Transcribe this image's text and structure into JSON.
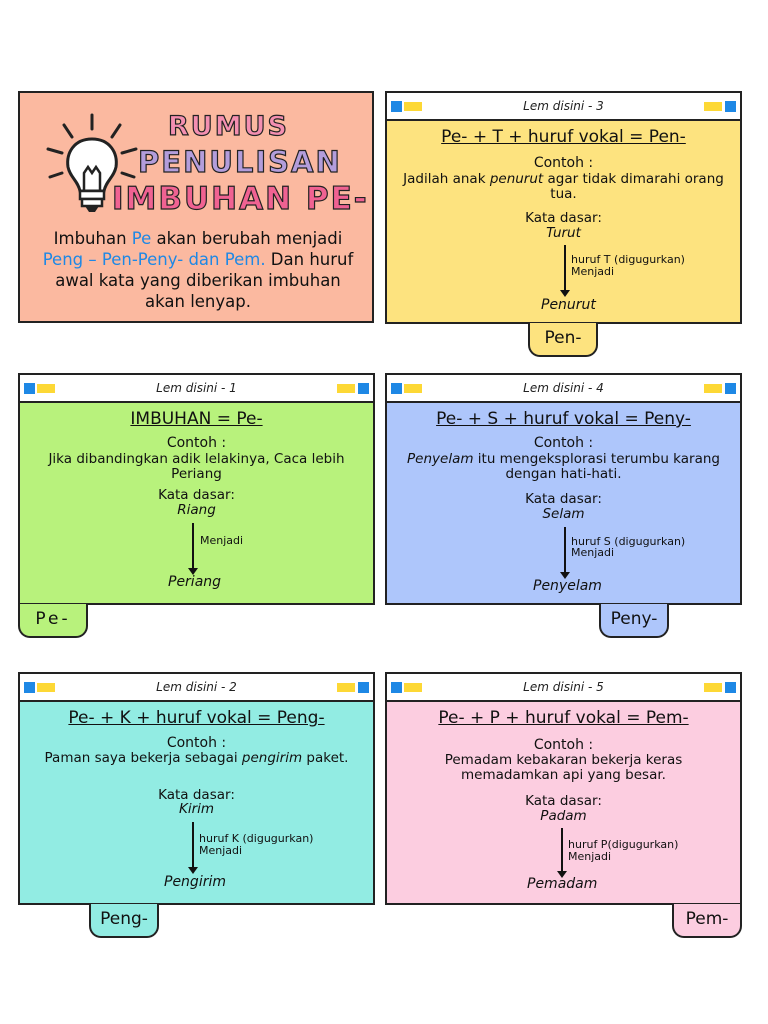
{
  "title": {
    "line1": "RUMUS",
    "line2": "PENULISAN",
    "line3": "IMBUHAN PE-",
    "intro_a": "Imbuhan ",
    "intro_pe": "Pe",
    "intro_b": " akan berubah menjadi ",
    "intro_forms": "Peng – Pen-Peny- dan Pem.",
    "intro_c": " Dan huruf awal kata yang diberikan imbuhan akan lenyap."
  },
  "colors": {
    "title_bg": "#fbb9a0",
    "card_pen": "#fde37f",
    "card_pe": "#b8f27c",
    "card_peny": "#aec6fb",
    "card_peng": "#92ece3",
    "card_pem": "#fccde0"
  },
  "cards": {
    "pen": {
      "lem": "Lem disini -  3",
      "rule": "Pe- + T + huruf vokal = Pen-",
      "contoh_label": "Contoh :",
      "contoh_italic": "penurut",
      "contoh_pre": "Jadilah anak ",
      "contoh_post": " agar tidak dimarahi orang tua.",
      "kd_label": "Kata dasar:",
      "kd_word": "Turut",
      "note1": "huruf T (digugurkan)",
      "note2": "Menjadi",
      "result": "Penurut",
      "tab": "Pen-"
    },
    "pe": {
      "lem": "Lem disini -  1",
      "rule": "IMBUHAN = Pe-",
      "contoh_label": "Contoh :",
      "contoh_text": "Jika dibandingkan adik lelakinya, Caca lebih Periang",
      "kd_label": "Kata dasar:",
      "kd_word": "Riang",
      "note2": "Menjadi",
      "result": "Periang",
      "tab": "Pe-"
    },
    "peny": {
      "lem": "Lem disini -  4",
      "rule": "Pe- + S + huruf vokal = Peny-",
      "contoh_label": "Contoh :",
      "contoh_italic": "Penyelam",
      "contoh_post": " itu mengeksplorasi terumbu karang dengan hati-hati.",
      "kd_label": "Kata dasar:",
      "kd_word": "Selam",
      "note1": "huruf S (digugurkan)",
      "note2": "Menjadi",
      "result": "Penyelam",
      "tab": "Peny-"
    },
    "peng": {
      "lem": "Lem disini -  2",
      "rule": "Pe- + K + huruf vokal = Peng-",
      "contoh_label": "Contoh :",
      "contoh_pre": "Paman saya bekerja sebagai ",
      "contoh_italic": "pengirim",
      "contoh_post": " paket.",
      "kd_label": "Kata dasar:",
      "kd_word": "Kirim",
      "note1": "huruf K (digugurkan)",
      "note2": "Menjadi",
      "result": "Pengirim",
      "tab": "Peng-"
    },
    "pem": {
      "lem": "Lem disini -  5",
      "rule": "Pe- + P + huruf vokal = Pem-",
      "contoh_label": "Contoh :",
      "contoh_text": "Pemadam kebakaran bekerja keras memadamkan api yang besar.",
      "kd_label": "Kata dasar:",
      "kd_word": "Padam",
      "note1": "huruf P(digugurkan)",
      "note2": "Menjadi",
      "result": "Pemadam",
      "tab": "Pem-"
    }
  }
}
